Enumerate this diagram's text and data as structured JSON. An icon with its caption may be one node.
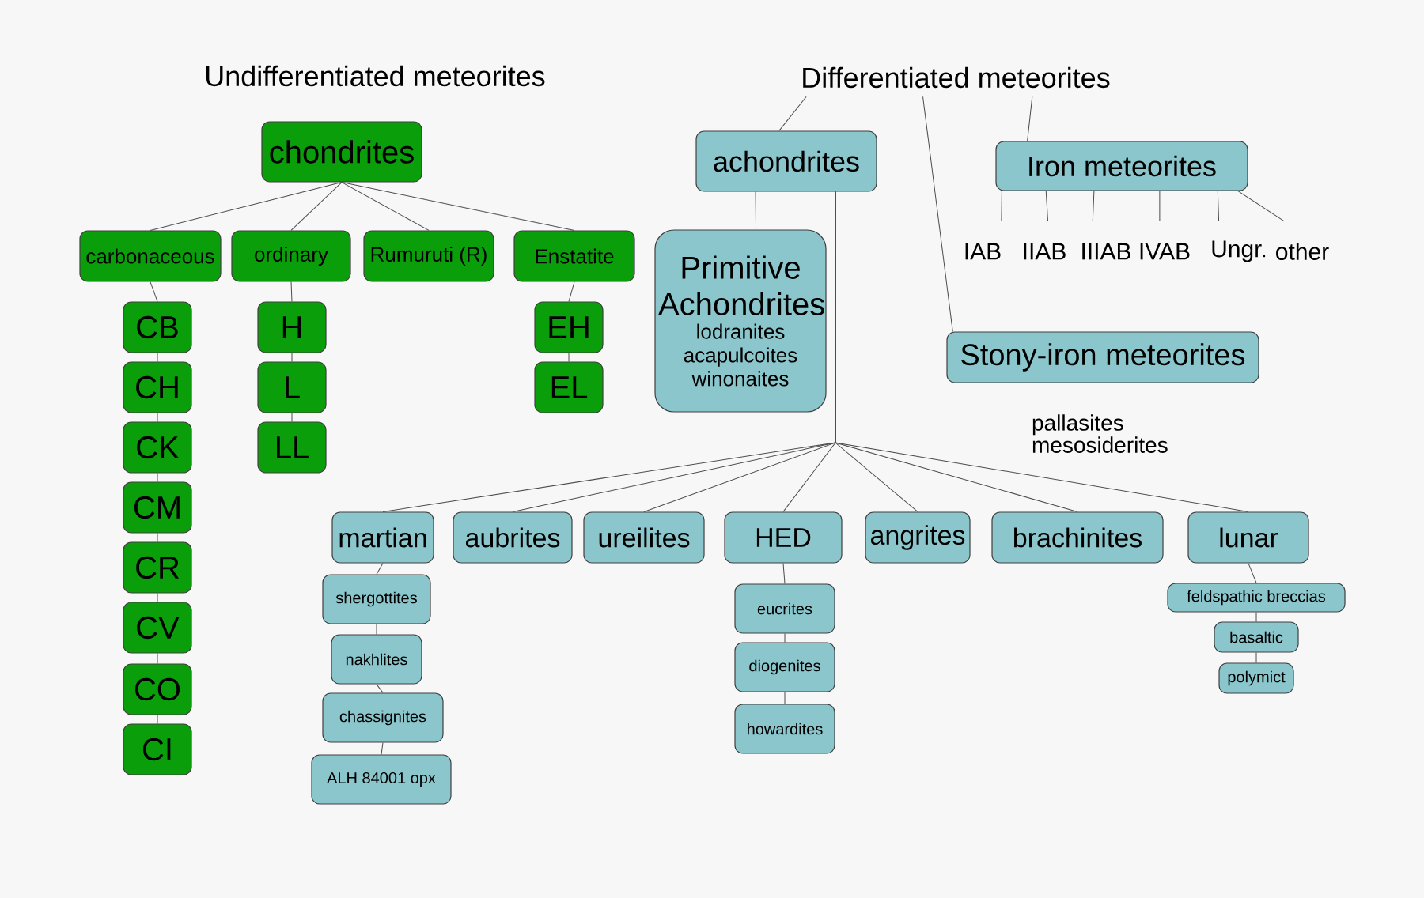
{
  "diagram": {
    "nodes": [
      {
        "text": [
          "Differentiated meteorites"
        ]
      },
      {
        "text": [
          "chondrites"
        ]
      },
      {
        "text": [
          "carbonaceous"
        ]
      },
      {
        "text": [
          "ordinary"
        ]
      },
      {
        "text": [
          "Rumuruti (R)"
        ]
      },
      {
        "text": [
          "Enstatite"
        ]
      },
      {
        "text": [
          "CB"
        ]
      },
      {
        "text": [
          "CH"
        ]
      },
      {
        "text": [
          "CK"
        ]
      },
      {
        "text": [
          "CM"
        ]
      },
      {
        "text": [
          "CR"
        ]
      },
      {
        "text": [
          "CV"
        ]
      },
      {
        "text": [
          "CO"
        ]
      },
      {
        "text": [
          "CI"
        ]
      },
      {
        "text": [
          "H"
        ]
      },
      {
        "text": [
          "L"
        ]
      },
      {
        "text": [
          "LL"
        ]
      },
      {
        "text": [
          "EH"
        ]
      },
      {
        "text": [
          "EL"
        ]
      },
      {
        "text": [
          "achondrites"
        ]
      },
      {
        "text": [
          "Primitive Achondrites",
          "lodranites acapulcoites winonaites"
        ]
      },
      {
        "text": [
          "Iron meteorites"
        ]
      },
      {
        "text": [
          "IAB"
        ]
      },
      {
        "text": [
          "IIAB"
        ]
      },
      {
        "text": [
          "IIIAB"
        ]
      },
      {
        "text": [
          "IVAB"
        ]
      },
      {
        "text": [
          "Ungr."
        ]
      },
      {
        "text": [
          "other"
        ]
      },
      {
        "text": [
          "Stony-iron meteorites"
        ],
        "beside": [
          "pallasites mesosiderites"
        ]
      },
      {
        "text": [
          "martian"
        ]
      },
      {
        "text": [
          "aubrites"
        ]
      },
      {
        "text": [
          "ureilites"
        ]
      },
      {
        "text": [
          "HED"
        ]
      },
      {
        "text": [
          "angrites"
        ]
      },
      {
        "text": [
          "brachinites"
        ]
      },
      {
        "text": [
          "lunar"
        ]
      },
      {
        "text": [
          "shergottites"
        ]
      },
      {
        "text": [
          "nakhlites"
        ]
      },
      {
        "text": [
          "chassignites"
        ]
      },
      {
        "text": [
          "ALH 84001 opx"
        ]
      },
      {
        "text": [
          "eucrites"
        ]
      },
      {
        "text": [
          "diogenites"
        ]
      },
      {
        "text": [
          "howardites"
        ]
      },
      {
        "text": [
          "feldspathic breccias"
        ]
      },
      {
        "text": [
          "basaltic"
        ]
      },
      {
        "text": [
          "polymict"
        ]
      }
    ],
    "edges": [
      {
        "from": 1,
        "to": 2,
        "arrow": "none"
      },
      {
        "from": 1,
        "to": 3,
        "arrow": "none"
      },
      {
        "from": 1,
        "to": 4,
        "arrow": "none"
      },
      {
        "from": 1,
        "to": 5,
        "arrow": "none"
      },
      {
        "from": 2,
        "to": 6,
        "arrow": "none"
      },
      {
        "from": 6,
        "to": 7,
        "arrow": "none"
      },
      {
        "from": 7,
        "to": 8,
        "arrow": "none"
      },
      {
        "from": 8,
        "to": 9,
        "arrow": "none"
      },
      {
        "from": 9,
        "to": 10,
        "arrow": "none"
      },
      {
        "from": 10,
        "to": 11,
        "arrow": "none"
      },
      {
        "from": 11,
        "to": 12,
        "arrow": "none"
      },
      {
        "from": 12,
        "to": 13,
        "arrow": "none"
      },
      {
        "from": 3,
        "to": 14,
        "arrow": "none"
      },
      {
        "from": 14,
        "to": 15,
        "arrow": "none"
      },
      {
        "from": 15,
        "to": 16,
        "arrow": "none"
      },
      {
        "from": 5,
        "to": 17,
        "arrow": "none"
      },
      {
        "from": 17,
        "to": 18,
        "arrow": "none"
      },
      {
        "from": 0,
        "to": 19,
        "arrow": "none"
      },
      {
        "from": 0,
        "to": 28,
        "arrow": "none"
      },
      {
        "from": 0,
        "to": 21,
        "arrow": "none"
      },
      {
        "from": 19,
        "to": 20,
        "arrow": "none"
      },
      {
        "from": 19,
        "to": 29,
        "arrow": "none"
      },
      {
        "from": 19,
        "to": 30,
        "arrow": "none"
      },
      {
        "from": 19,
        "to": 31,
        "arrow": "none"
      },
      {
        "from": 19,
        "to": 32,
        "arrow": "none"
      },
      {
        "from": 19,
        "to": 33,
        "arrow": "none"
      },
      {
        "from": 19,
        "to": 34,
        "arrow": "none"
      },
      {
        "from": 19,
        "to": 35,
        "arrow": "none"
      },
      {
        "from": 21,
        "to": 22,
        "arrow": "none"
      },
      {
        "from": 21,
        "to": 23,
        "arrow": "none"
      },
      {
        "from": 21,
        "to": 24,
        "arrow": "none"
      },
      {
        "from": 21,
        "to": 25,
        "arrow": "none"
      },
      {
        "from": 21,
        "to": 26,
        "arrow": "none"
      },
      {
        "from": 21,
        "to": 27,
        "arrow": "none"
      },
      {
        "from": 29,
        "to": 36,
        "arrow": "none"
      },
      {
        "from": 36,
        "to": 37,
        "arrow": "none"
      },
      {
        "from": 37,
        "to": 38,
        "arrow": "none"
      },
      {
        "from": 38,
        "to": 39,
        "arrow": "none"
      },
      {
        "from": 32,
        "to": 40,
        "arrow": "none"
      },
      {
        "from": 40,
        "to": 41,
        "arrow": "none"
      },
      {
        "from": 41,
        "to": 42,
        "arrow": "none"
      },
      {
        "from": 35,
        "to": 43,
        "arrow": "none"
      },
      {
        "from": 43,
        "to": 44,
        "arrow": "none"
      },
      {
        "from": 44,
        "to": 45,
        "arrow": "none"
      }
    ],
    "labels": [
      "Undifferentiated meteorites"
    ]
  }
}
